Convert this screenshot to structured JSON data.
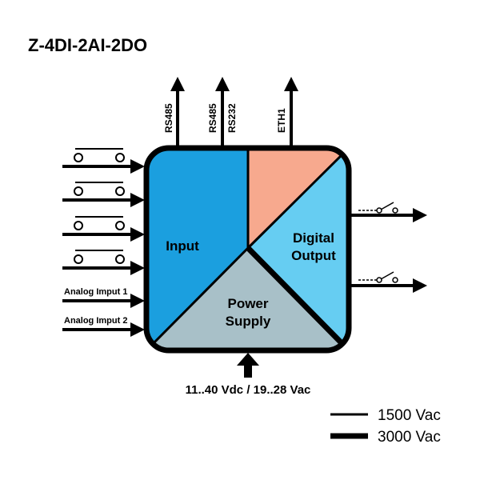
{
  "title": "Z-4DI-2AI-2DO",
  "segments": {
    "input": "Input",
    "digital_output": [
      "Digital",
      "Output"
    ],
    "power_supply": [
      "Power",
      "Supply"
    ]
  },
  "ports": {
    "rs485_a": "RS485",
    "rs485_b": "RS485",
    "rs232": "RS232",
    "eth": "ETH1"
  },
  "analog_inputs": [
    "Analog Imput 1",
    "Analog Imput 2"
  ],
  "supply": "11..40 Vdc / 19..28 Vac",
  "legend": [
    {
      "label": "1500 Vac"
    },
    {
      "label": "3000 Vac"
    }
  ],
  "colors": {
    "input": "#1b9fdf",
    "digital_output": "#66cdf2",
    "power_supply": "#a8c0c8",
    "comms": "#f7a98e",
    "outline": "#000000"
  }
}
